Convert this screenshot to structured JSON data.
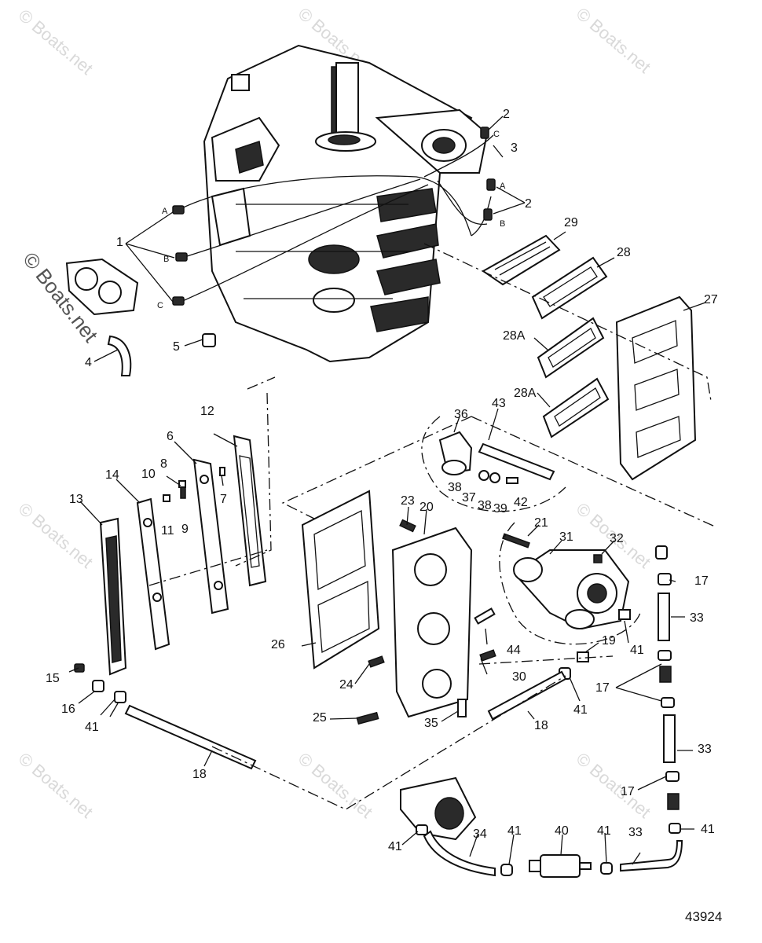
{
  "watermark": "© Boats.net",
  "drawing_number": "43924",
  "callouts": [
    {
      "id": "c1",
      "text": "1"
    },
    {
      "id": "c2a",
      "text": "2"
    },
    {
      "id": "c2b",
      "text": "2"
    },
    {
      "id": "c3",
      "text": "3"
    },
    {
      "id": "c4",
      "text": "4"
    },
    {
      "id": "c5",
      "text": "5"
    },
    {
      "id": "c6",
      "text": "6"
    },
    {
      "id": "c7",
      "text": "7"
    },
    {
      "id": "c8",
      "text": "8"
    },
    {
      "id": "c9",
      "text": "9"
    },
    {
      "id": "c10",
      "text": "10"
    },
    {
      "id": "c11",
      "text": "11"
    },
    {
      "id": "c12",
      "text": "12"
    },
    {
      "id": "c13",
      "text": "13"
    },
    {
      "id": "c14",
      "text": "14"
    },
    {
      "id": "c15",
      "text": "15"
    },
    {
      "id": "c16",
      "text": "16"
    },
    {
      "id": "c17a",
      "text": "17"
    },
    {
      "id": "c17b",
      "text": "17"
    },
    {
      "id": "c17c",
      "text": "17"
    },
    {
      "id": "c18a",
      "text": "18"
    },
    {
      "id": "c18b",
      "text": "18"
    },
    {
      "id": "c19",
      "text": "19"
    },
    {
      "id": "c20",
      "text": "20"
    },
    {
      "id": "c21",
      "text": "21"
    },
    {
      "id": "c23",
      "text": "23"
    },
    {
      "id": "c24",
      "text": "24"
    },
    {
      "id": "c25",
      "text": "25"
    },
    {
      "id": "c26",
      "text": "26"
    },
    {
      "id": "c27",
      "text": "27"
    },
    {
      "id": "c28",
      "text": "28"
    },
    {
      "id": "c28aa",
      "text": "28A"
    },
    {
      "id": "c28ab",
      "text": "28A"
    },
    {
      "id": "c29",
      "text": "29"
    },
    {
      "id": "c30",
      "text": "30"
    },
    {
      "id": "c31",
      "text": "31"
    },
    {
      "id": "c32",
      "text": "32"
    },
    {
      "id": "c33a",
      "text": "33"
    },
    {
      "id": "c33b",
      "text": "33"
    },
    {
      "id": "c33c",
      "text": "33"
    },
    {
      "id": "c34",
      "text": "34"
    },
    {
      "id": "c35",
      "text": "35"
    },
    {
      "id": "c36",
      "text": "36"
    },
    {
      "id": "c37",
      "text": "37"
    },
    {
      "id": "c38a",
      "text": "38"
    },
    {
      "id": "c38b",
      "text": "38"
    },
    {
      "id": "c39",
      "text": "39"
    },
    {
      "id": "c40",
      "text": "40"
    },
    {
      "id": "c41a",
      "text": "41"
    },
    {
      "id": "c41b",
      "text": "41"
    },
    {
      "id": "c41c",
      "text": "41"
    },
    {
      "id": "c41d",
      "text": "41"
    },
    {
      "id": "c41e",
      "text": "41"
    },
    {
      "id": "c41f",
      "text": "41"
    },
    {
      "id": "c41g",
      "text": "41"
    },
    {
      "id": "c42",
      "text": "42"
    },
    {
      "id": "c43",
      "text": "43"
    },
    {
      "id": "c44",
      "text": "44"
    }
  ],
  "hose_letters": [
    {
      "id": "hA1",
      "text": "A"
    },
    {
      "id": "hB1",
      "text": "B"
    },
    {
      "id": "hC1",
      "text": "C"
    },
    {
      "id": "hC2",
      "text": "C"
    },
    {
      "id": "hA2",
      "text": "A"
    },
    {
      "id": "hB2",
      "text": "B"
    }
  ]
}
